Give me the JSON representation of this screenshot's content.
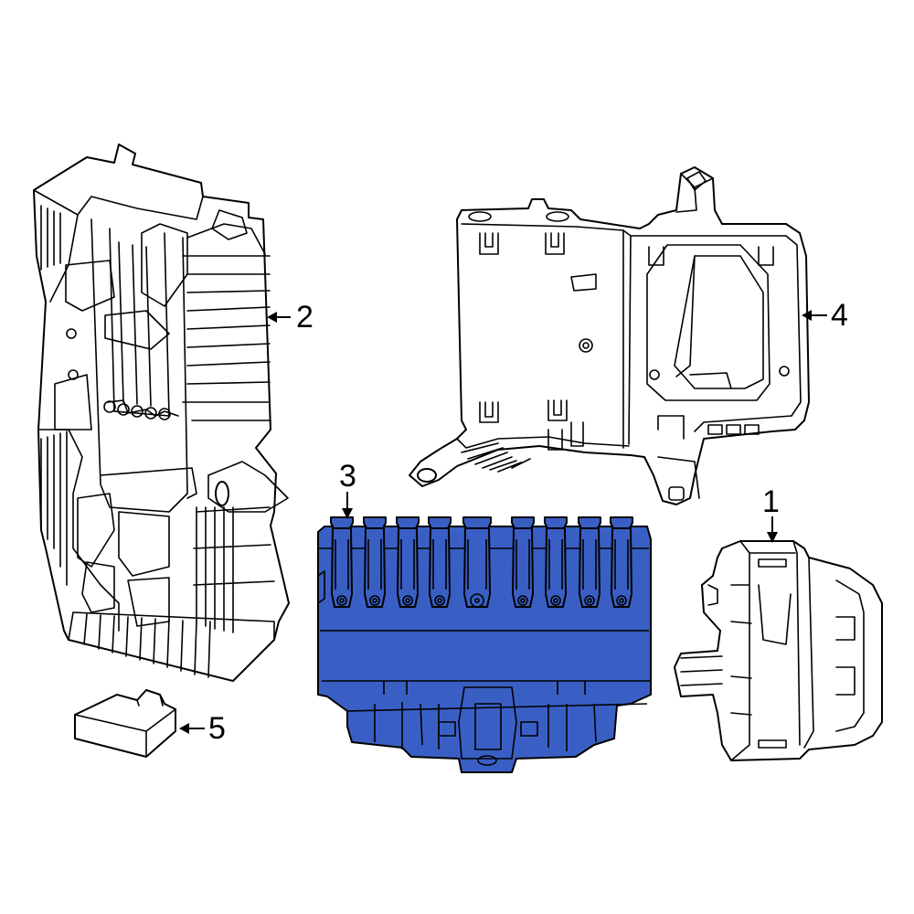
{
  "callouts": {
    "part1": "1",
    "part2": "2",
    "part3": "3",
    "part4": "4",
    "part5": "5"
  },
  "highlighted_part": "3",
  "colors": {
    "highlight": "#3a5fc4",
    "outline": "#000000",
    "background": "#ffffff"
  }
}
